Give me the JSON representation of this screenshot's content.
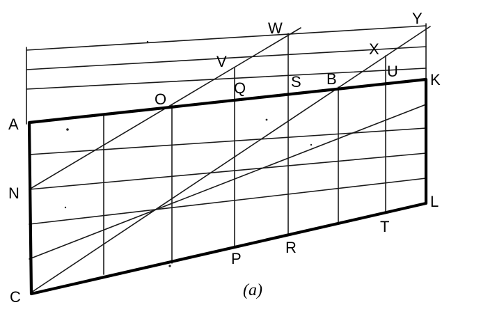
{
  "figure": {
    "caption": "(a)",
    "point_labels": {
      "A": "A",
      "N": "N",
      "C": "C",
      "O": "O",
      "V": "V",
      "W": "W",
      "Q": "Q",
      "S": "S",
      "B": "B",
      "X": "X",
      "U": "U",
      "Y": "Y",
      "K": "K",
      "L": "L",
      "P": "P",
      "R": "R",
      "T": "T"
    }
  }
}
